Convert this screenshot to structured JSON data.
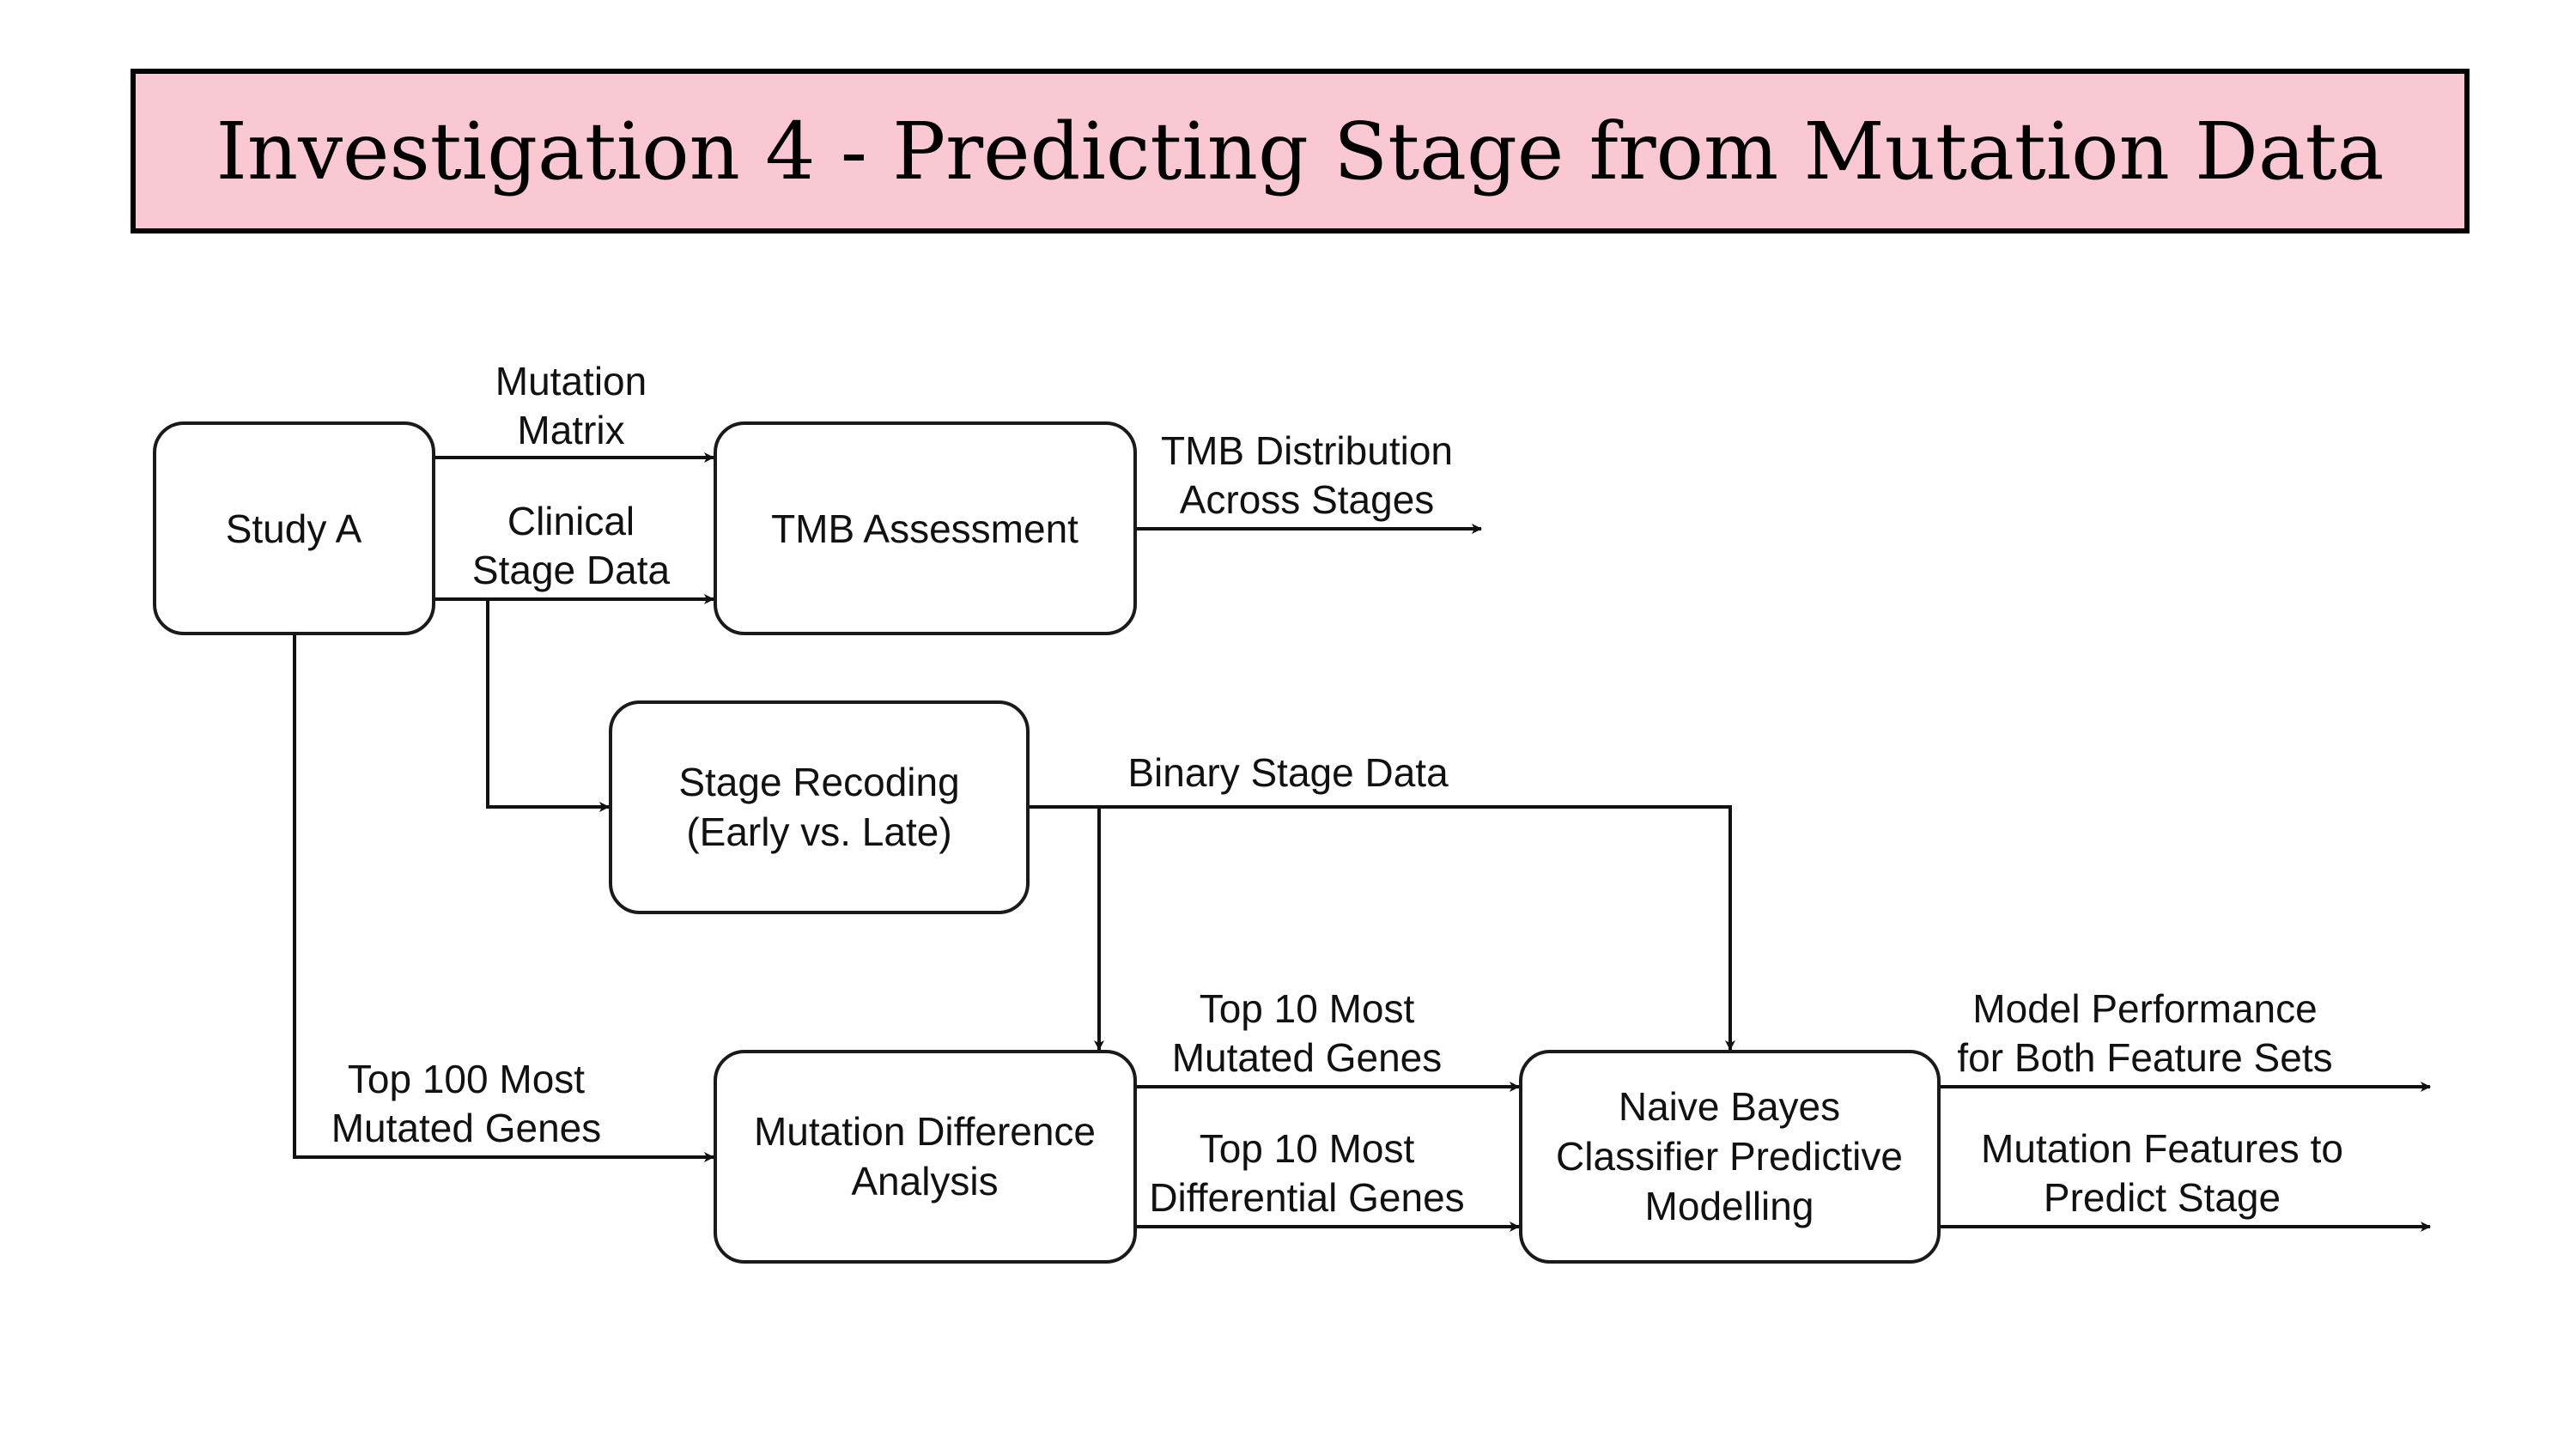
{
  "title": "Investigation 4 - Predicting Stage from Mutation Data",
  "colors": {
    "banner_fill": "#f9c8d3",
    "border": "#000000",
    "line": "#111111"
  },
  "nodes": {
    "study_a": "Study A",
    "tmb_assessment": "TMB Assessment",
    "stage_recoding": [
      "Stage Recoding",
      "(Early vs. Late)"
    ],
    "mutation_difference": [
      "Mutation Difference",
      "Analysis"
    ],
    "naive_bayes": [
      "Naive Bayes",
      "Classifier Predictive",
      "Modelling"
    ]
  },
  "edges": {
    "mutation_matrix": [
      "Mutation",
      "Matrix"
    ],
    "clinical_stage_data": [
      "Clinical",
      "Stage Data"
    ],
    "tmb_distribution": [
      "TMB Distribution",
      "Across Stages"
    ],
    "binary_stage_data": [
      "Binary Stage Data"
    ],
    "top100": [
      "Top 100 Most",
      "Mutated Genes"
    ],
    "top10_mutated": [
      "Top 10 Most",
      "Mutated Genes"
    ],
    "top10_differential": [
      "Top 10 Most",
      "Differential Genes"
    ],
    "model_performance": [
      "Model Performance",
      "for Both Feature Sets"
    ],
    "mutation_features": [
      "Mutation Features to",
      "Predict Stage"
    ]
  }
}
